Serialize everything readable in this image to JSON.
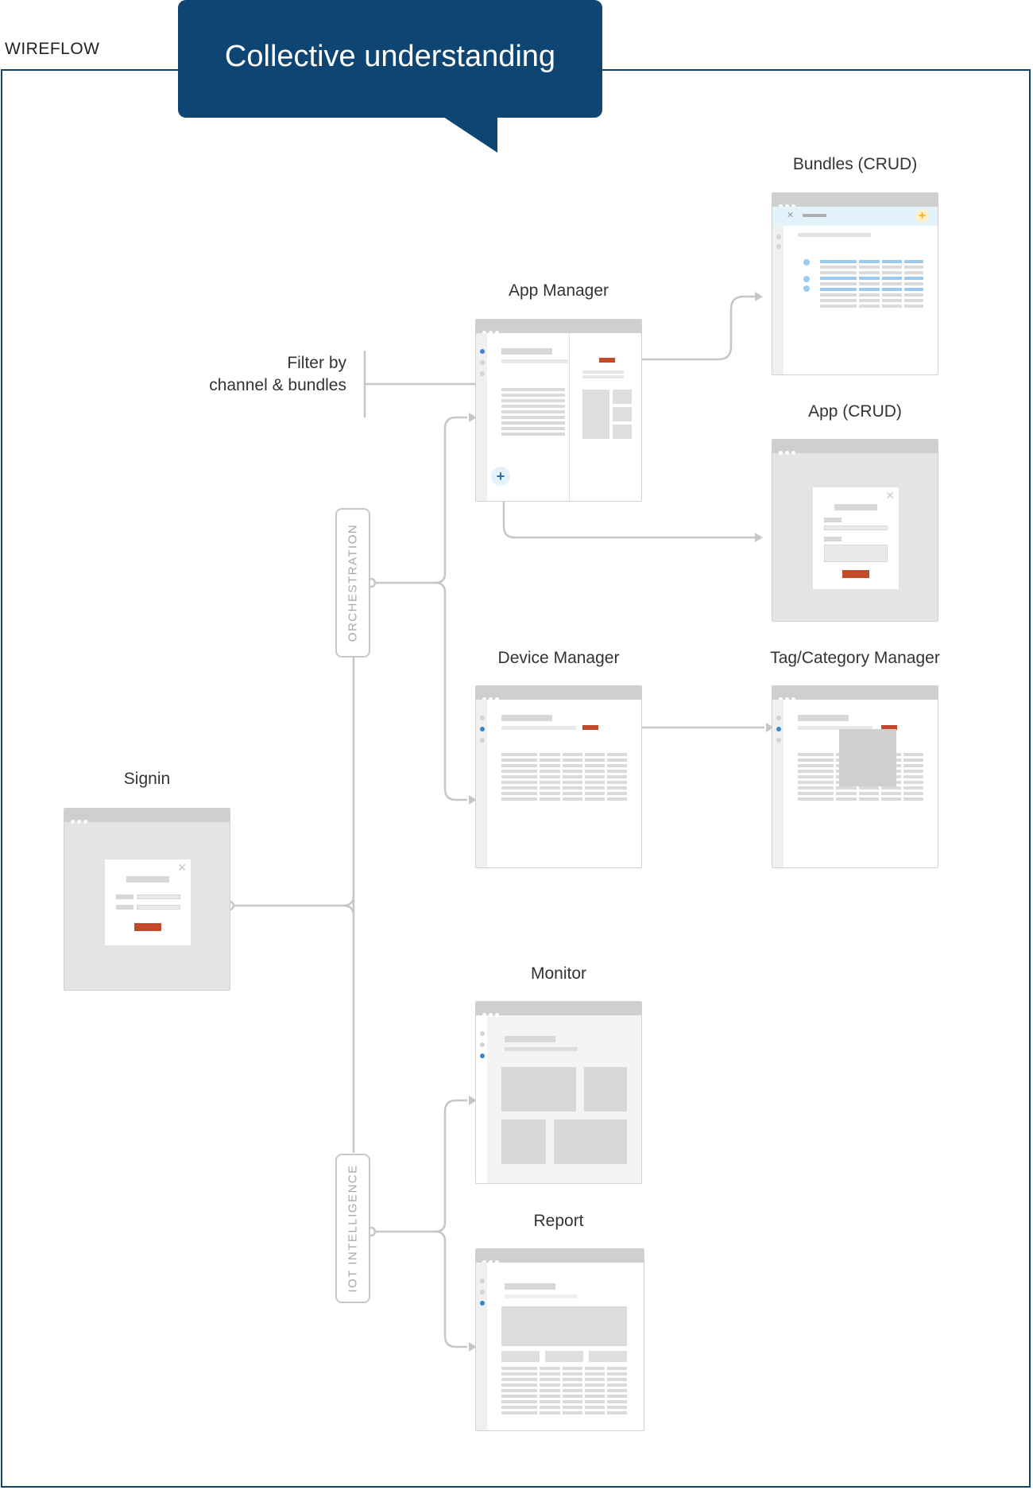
{
  "header": {
    "section_label": "WIREFLOW",
    "callout_text": "Collective understanding"
  },
  "annotation": {
    "filter_line1": "Filter by",
    "filter_line2": "channel & bundles"
  },
  "groups": {
    "orchestration": "ORCHESTRATION",
    "iot_intelligence": "IOT INTELLIGENCE"
  },
  "screens": {
    "signin": "Signin",
    "app_manager": "App Manager",
    "bundles_crud": "Bundles (CRUD)",
    "app_crud": "App (CRUD)",
    "device_manager": "Device Manager",
    "tag_category_manager": "Tag/Category Manager",
    "monitor": "Monitor",
    "report": "Report"
  },
  "colors": {
    "frame": "#10456f",
    "callout": "#0e4573",
    "connector": "#c6c6c6",
    "action_red": "#c2492a",
    "active_dot": "#3a86c8",
    "add_yellow": "#f2b61c"
  },
  "icons": {
    "add": "plus-icon",
    "close": "close-icon",
    "check": "check-icon"
  }
}
